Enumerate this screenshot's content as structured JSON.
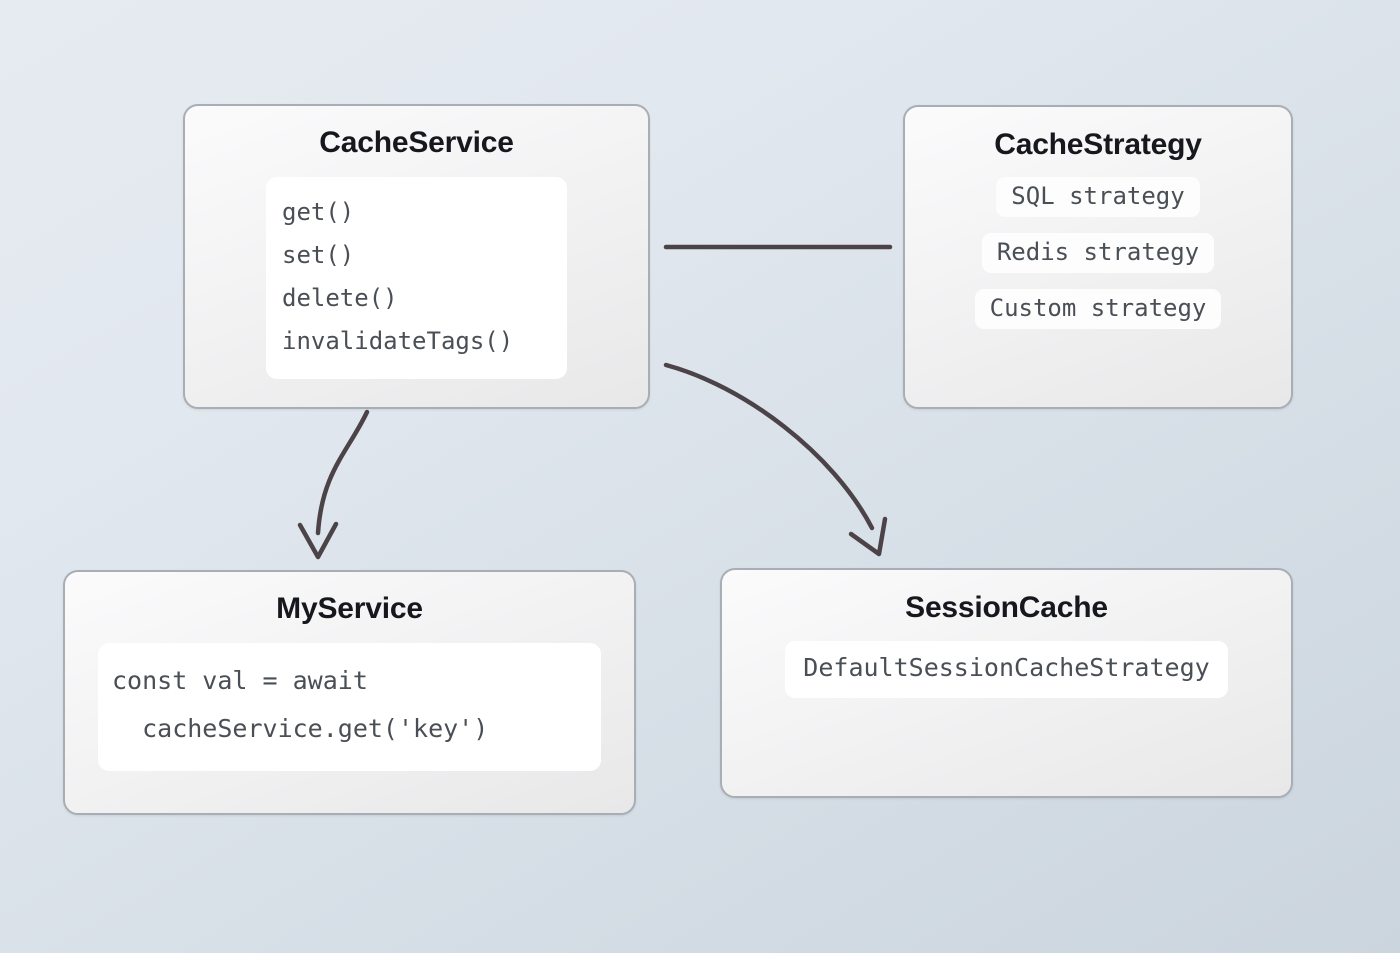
{
  "diagram": {
    "background_from": "#e6ebf1",
    "background_to": "#cbd5de",
    "edge_color": "#4c4349",
    "node_border": "#a9aeb4",
    "title_color": "#16181d",
    "code_color": "#4a4f55"
  },
  "nodes": {
    "cache_service": {
      "title": "CacheService",
      "methods": [
        "get()",
        "set()",
        "delete()",
        "invalidateTags()"
      ]
    },
    "cache_strategy": {
      "title": "CacheStrategy",
      "strategies": [
        "SQL strategy",
        "Redis strategy",
        "Custom strategy"
      ]
    },
    "my_service": {
      "title": "MyService",
      "code": [
        "const val = await",
        "  cacheService.get('key')"
      ]
    },
    "session_cache": {
      "title": "SessionCache",
      "strategy": "DefaultSessionCacheStrategy"
    }
  },
  "edges": [
    {
      "name": "cache-service-to-cache-strategy",
      "style": "line",
      "arrow": false
    },
    {
      "name": "cache-service-to-my-service",
      "style": "curve",
      "arrow": true
    },
    {
      "name": "cache-service-to-session-cache",
      "style": "curve",
      "arrow": true
    }
  ]
}
